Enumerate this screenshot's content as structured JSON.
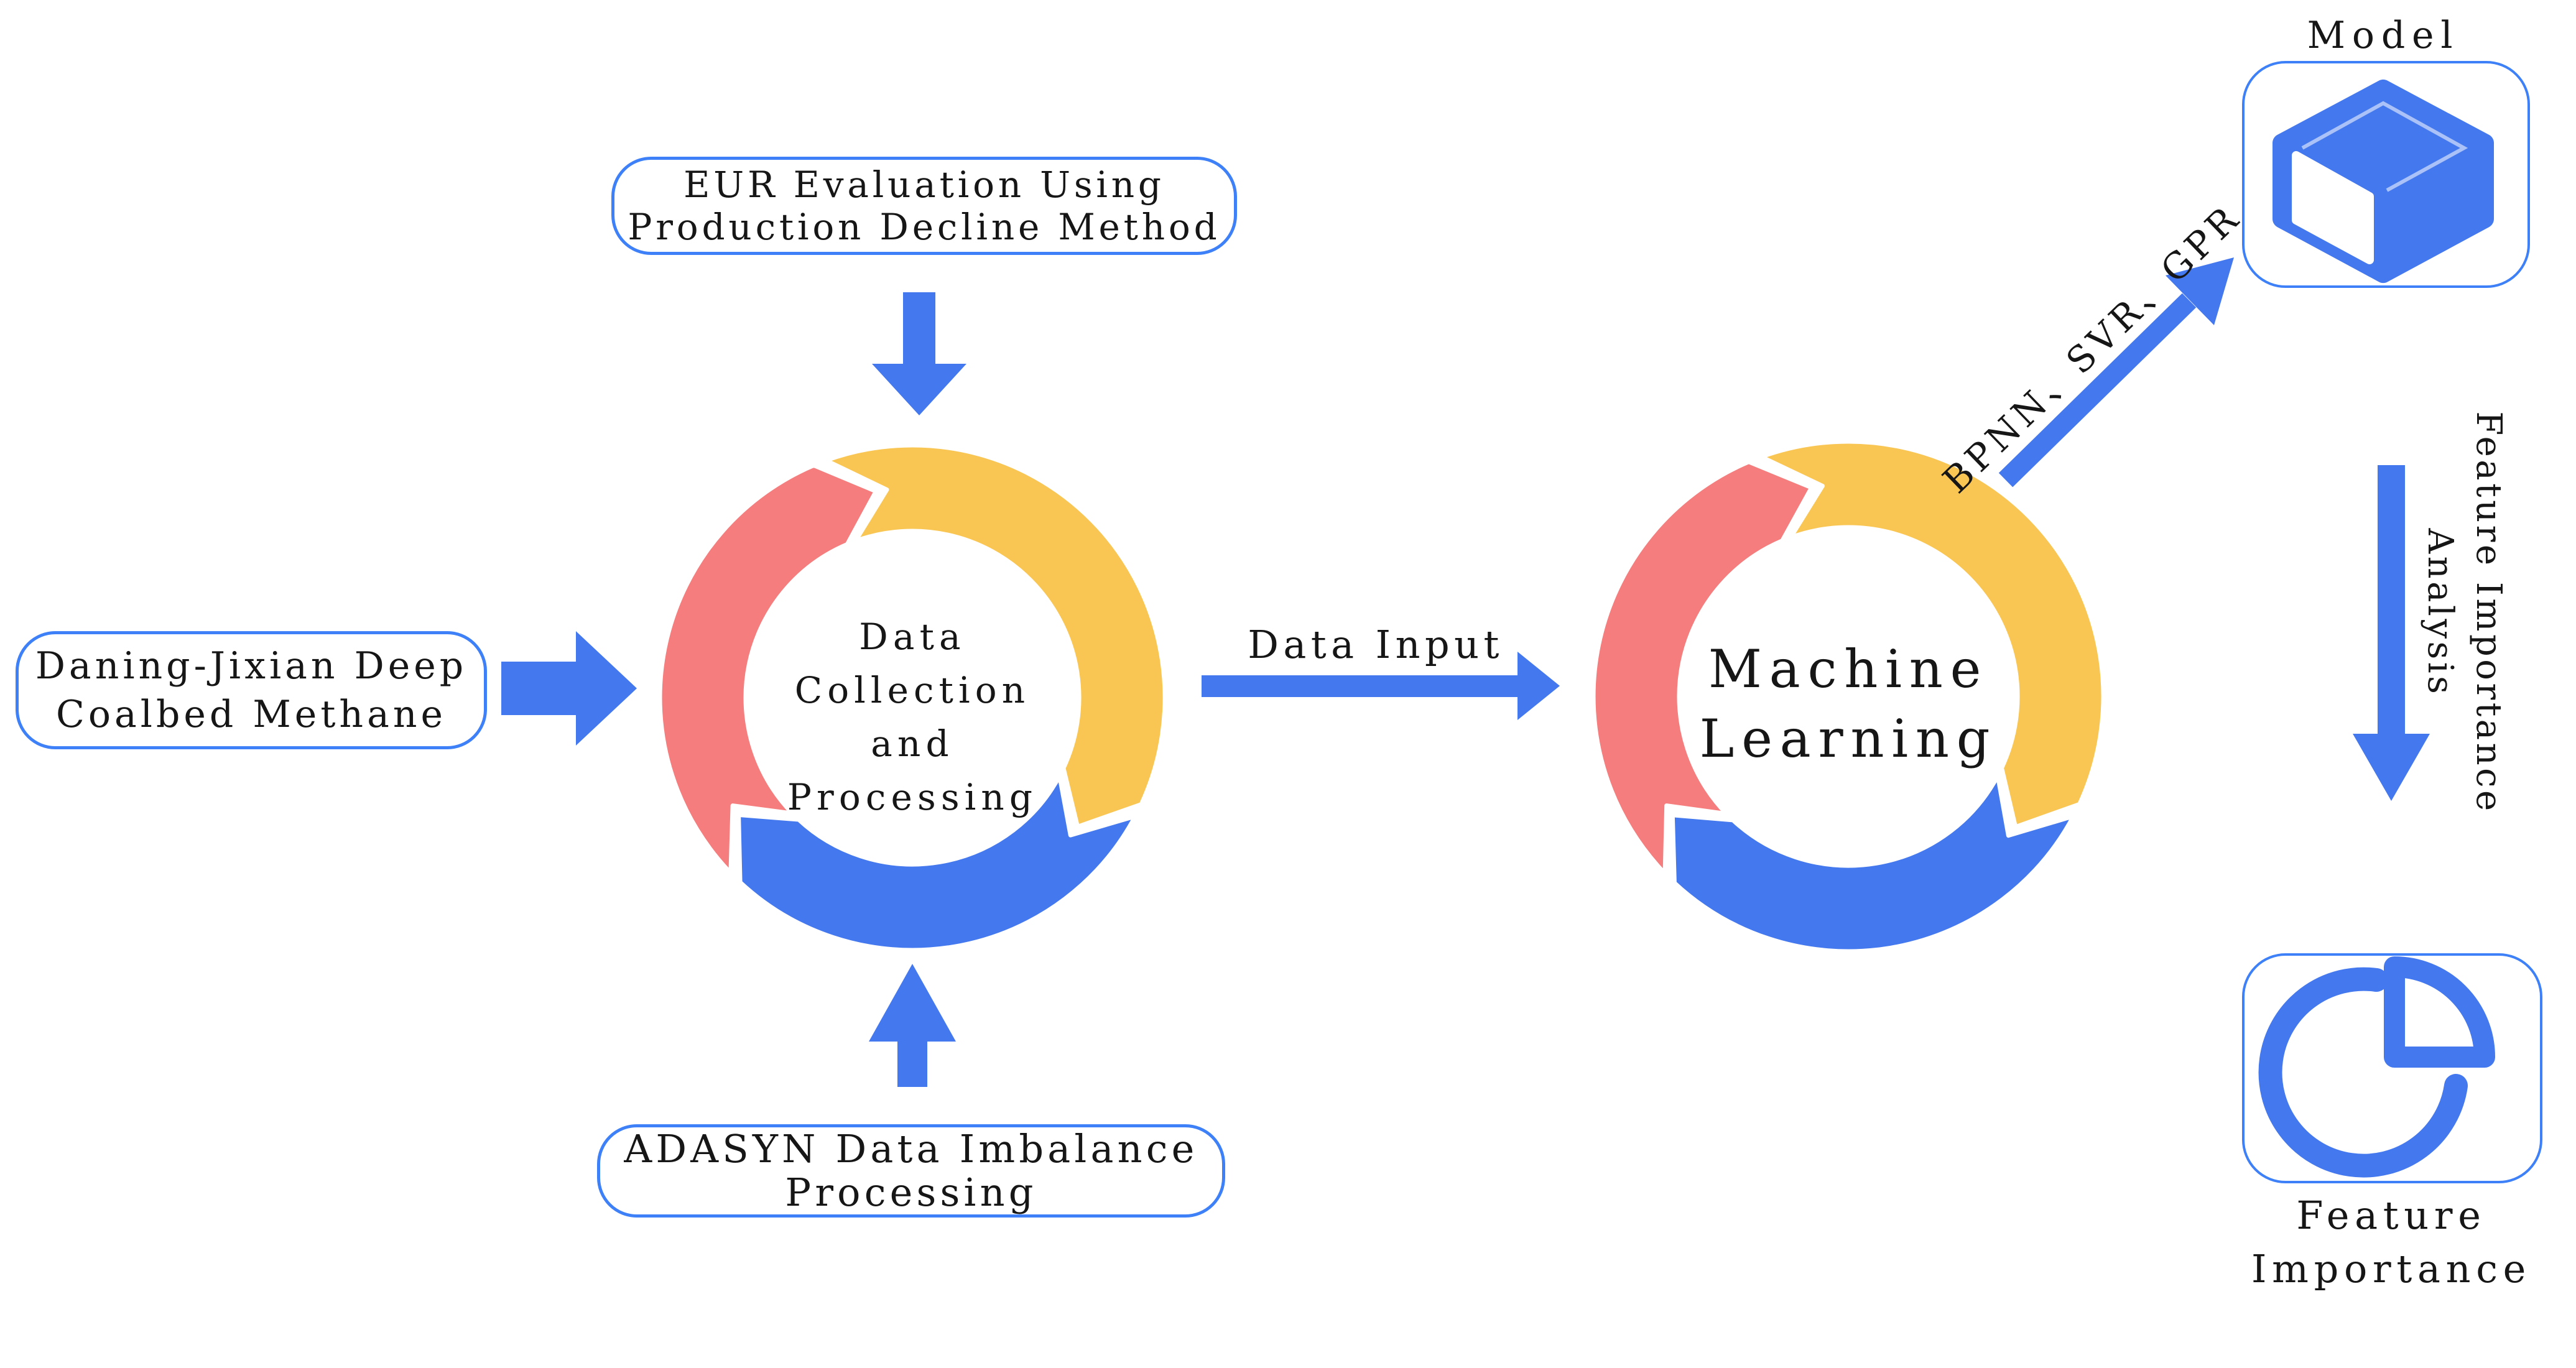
{
  "palette": {
    "blue": "#4478EF",
    "border_blue": "#3D80F8",
    "red": "#F57D7D",
    "yellow": "#F9C654",
    "ink": "#161616",
    "white": "#FFFFFF"
  },
  "boxes": {
    "eur": {
      "line1": "EUR Evaluation Using",
      "line2": "Production Decline Method"
    },
    "source": {
      "line1": "Daning-Jixian Deep",
      "line2": "Coalbed Methane"
    },
    "adasyn": {
      "line1": "ADASYN Data Imbalance",
      "line2": "Processing"
    }
  },
  "cycles": {
    "data": {
      "lines": [
        "Data",
        "Collection",
        "and",
        "Processing"
      ]
    },
    "ml": {
      "lines": [
        "Machine",
        "Learning"
      ]
    }
  },
  "labels": {
    "data_input": "Data Input",
    "models": "BPNN、SVR、GPR",
    "model_title": "Model",
    "feature_analysis": {
      "line1": "Feature Importance",
      "line2": "Analysis"
    },
    "feature_importance": {
      "line1": "Feature",
      "line2": "Importance"
    }
  },
  "icons": {
    "model": "cube-icon",
    "feature_importance": "pie-chart-icon"
  }
}
